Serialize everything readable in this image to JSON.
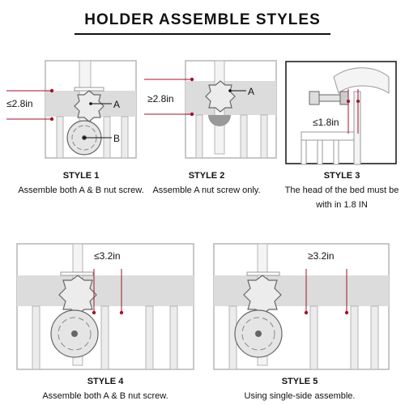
{
  "title": "HOLDER ASSEMBLE STYLES",
  "styles": [
    {
      "name": "STYLE 1",
      "caption": "Assemble both A & B nut screw.",
      "measure": "≤2.8in",
      "label_a": "A",
      "label_b": "B"
    },
    {
      "name": "STYLE 2",
      "caption": "Assemble A nut screw only.",
      "measure": "≥2.8in",
      "label_a": "A"
    },
    {
      "name": "STYLE 3",
      "caption_line1": "The head of the bed must be",
      "caption_line2": "with in 1.8 IN",
      "measure": "≤1.8in"
    },
    {
      "name": "STYLE 4",
      "caption": "Assemble both A & B nut screw.",
      "measure": "≤3.2in"
    },
    {
      "name": "STYLE 5",
      "caption": "Using single-side assemble.",
      "measure": "≥3.2in"
    }
  ],
  "colors": {
    "frame": "#b5b5b5",
    "rail": "#dcdcdc",
    "measure": "#a5122a",
    "knob": "#e9e9e9"
  }
}
